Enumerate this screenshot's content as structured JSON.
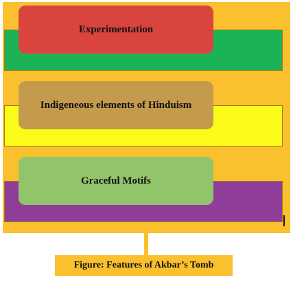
{
  "diagram": {
    "boxes": [
      {
        "label": "Experimentation"
      },
      {
        "label": "Indigeneous elements of Hinduism"
      },
      {
        "label": "Graceful Motifs"
      }
    ],
    "caption": "Figure: Features of Akbar’s Tomb"
  },
  "colors": {
    "panel": "#fbc02d",
    "band_1": "#1cb356",
    "band_2": "#fbfa18",
    "band_3": "#8e3d98",
    "box_1": "#d9443f",
    "box_2": "#c49a4d",
    "box_3": "#92c46b"
  }
}
